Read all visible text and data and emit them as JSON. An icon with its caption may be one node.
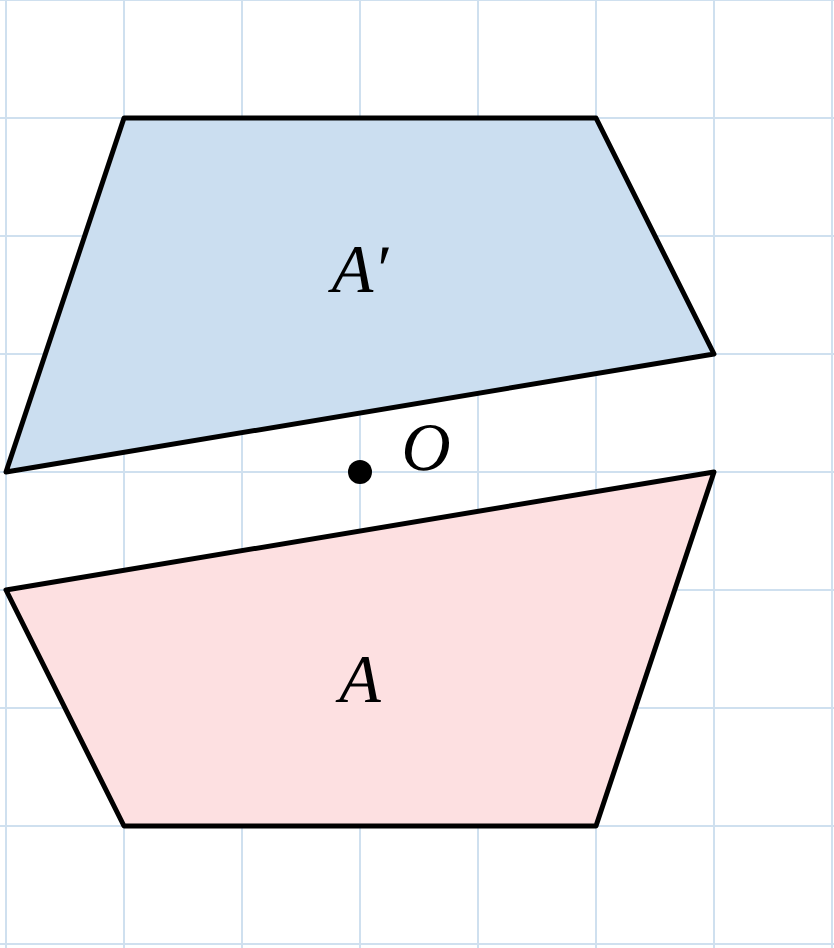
{
  "diagram": {
    "nodes": [
      {
        "text": [
          "A′"
        ]
      },
      {
        "text": [
          "A"
        ]
      }
    ],
    "labels": [
      "O"
    ]
  }
}
